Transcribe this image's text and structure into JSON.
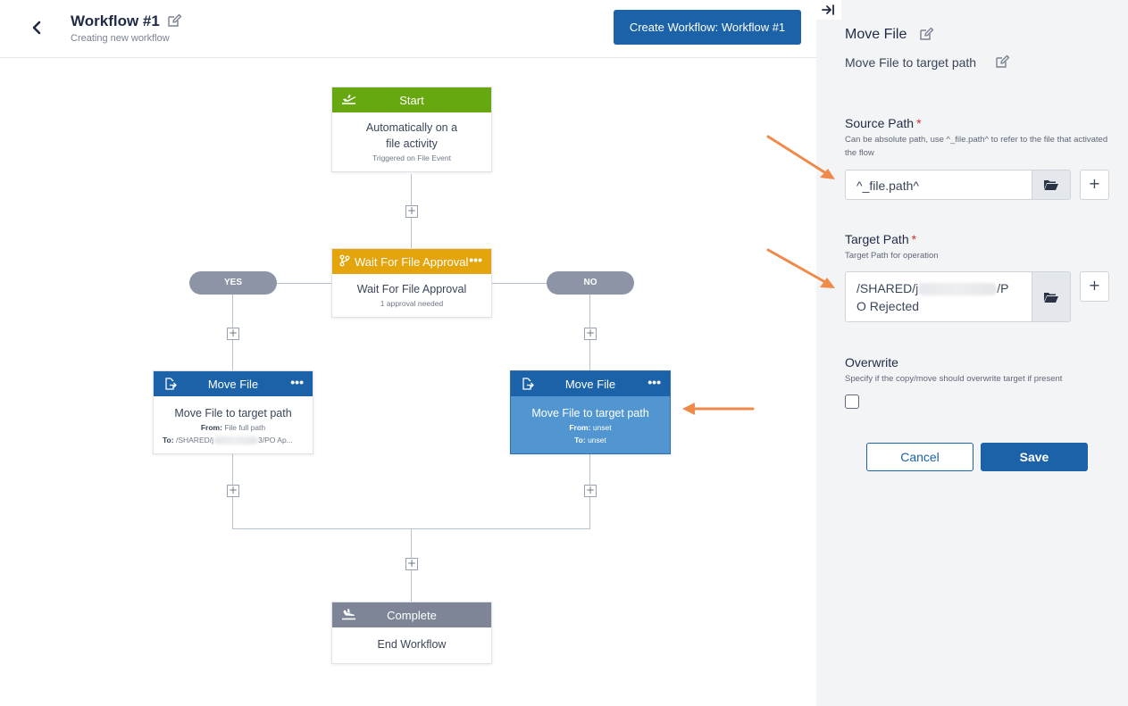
{
  "header": {
    "title": "Workflow #1",
    "subtitle": "Creating new workflow",
    "create_button": "Create Workflow: Workflow #1"
  },
  "colors": {
    "primary": "#1b62a8",
    "start": "#67a70f",
    "approval": "#e3a40c",
    "complete": "#7d8596",
    "selected_node": "#5196d0",
    "arrow": "#f08a4b"
  },
  "nodes": {
    "start": {
      "header": "Start",
      "main": "Automatically on a file activity",
      "sub": "Triggered on File Event"
    },
    "approval": {
      "header": "Wait For File Approval",
      "main": "Wait For File Approval",
      "sub": "1 approval needed"
    },
    "yes_label": "YES",
    "no_label": "NO",
    "move_left": {
      "header": "Move File",
      "main": "Move File to target path",
      "from_label": "From:",
      "from_value": "File full path",
      "to_label": "To:",
      "to_prefix": "/SHARED/j",
      "to_suffix": "3/PO Ap..."
    },
    "move_right": {
      "header": "Move File",
      "main": "Move File to target path",
      "from_label": "From:",
      "from_value": "unset",
      "to_label": "To:",
      "to_value": "unset"
    },
    "complete": {
      "header": "Complete",
      "main": "End Workflow"
    }
  },
  "panel": {
    "title": "Move File",
    "subtitle": "Move File to target path",
    "source": {
      "label": "Source Path",
      "required": "*",
      "help": "Can be absolute path, use ^_file.path^ to refer to the file that activated the flow",
      "value": "^_file.path^"
    },
    "target": {
      "label": "Target Path",
      "required": "*",
      "help": "Target Path for operation",
      "value_prefix": "/SHARED/j",
      "value_mid": "/P",
      "value_line2": "O Rejected"
    },
    "overwrite": {
      "label": "Overwrite",
      "help": "Specify if the copy/move should overwrite target if present"
    },
    "plus": "+",
    "cancel": "Cancel",
    "save": "Save"
  }
}
